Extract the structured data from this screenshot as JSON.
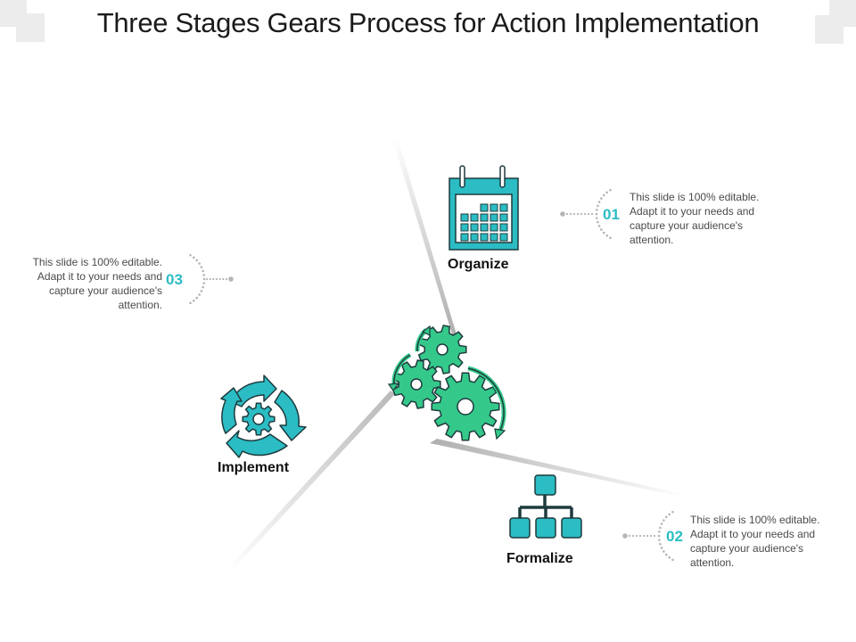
{
  "title": "Three Stages Gears Process for Action Implementation",
  "colors": {
    "teal": "#2bbcc4",
    "green": "#34c98a",
    "outline": "#1e3b3d",
    "dots": "#b5b5b5"
  },
  "stages": [
    {
      "number": "01",
      "label": "Organize",
      "icon": "calendar-icon",
      "description": "This slide is 100% editable. Adapt it to your needs and capture your audience's attention."
    },
    {
      "number": "02",
      "label": "Formalize",
      "icon": "hierarchy-icon",
      "description": "This slide is 100% editable. Adapt it to your needs and capture your audience's attention."
    },
    {
      "number": "03",
      "label": "Implement",
      "icon": "cycle-gear-icon",
      "description": "This slide is 100% editable. Adapt it to your needs and capture your audience's attention."
    }
  ],
  "center_icon": "gears-icon"
}
